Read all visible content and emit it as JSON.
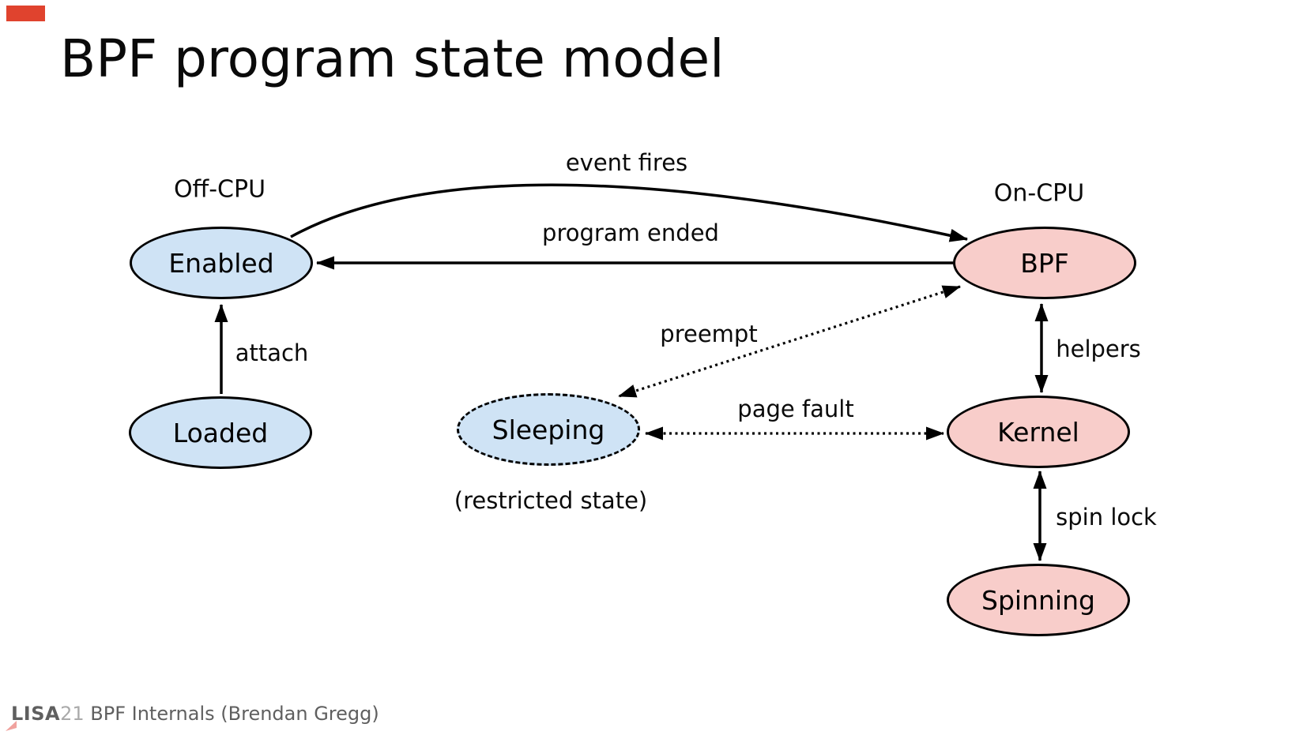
{
  "title": "BPF program state model",
  "regions": {
    "off_cpu": "Off-CPU",
    "on_cpu": "On-CPU"
  },
  "nodes": {
    "enabled": {
      "label": "Enabled",
      "group": "off-cpu"
    },
    "loaded": {
      "label": "Loaded",
      "group": "off-cpu"
    },
    "sleeping": {
      "label": "Sleeping",
      "group": "restricted"
    },
    "bpf": {
      "label": "BPF",
      "group": "on-cpu"
    },
    "kernel": {
      "label": "Kernel",
      "group": "on-cpu"
    },
    "spinning": {
      "label": "Spinning",
      "group": "on-cpu"
    }
  },
  "edges": {
    "event_fires": "event fires",
    "program_ended": "program ended",
    "attach": "attach",
    "preempt": "preempt",
    "page_fault": "page fault",
    "helpers": "helpers",
    "spin_lock": "spin lock"
  },
  "notes": {
    "restricted_state": "(restricted state)"
  },
  "footer": {
    "brand": "LISA",
    "brand_year": "21",
    "credit": " BPF Internals (Brendan Gregg)"
  },
  "colors": {
    "off_cpu_fill": "#cfe3f5",
    "on_cpu_fill": "#f8cdca",
    "stroke_black": "#000000",
    "accent_red": "#e0432e",
    "corner_triangle": "#f0a29e",
    "footer_gray": "#5f5f5f",
    "footer_light": "#aaaaaa"
  }
}
